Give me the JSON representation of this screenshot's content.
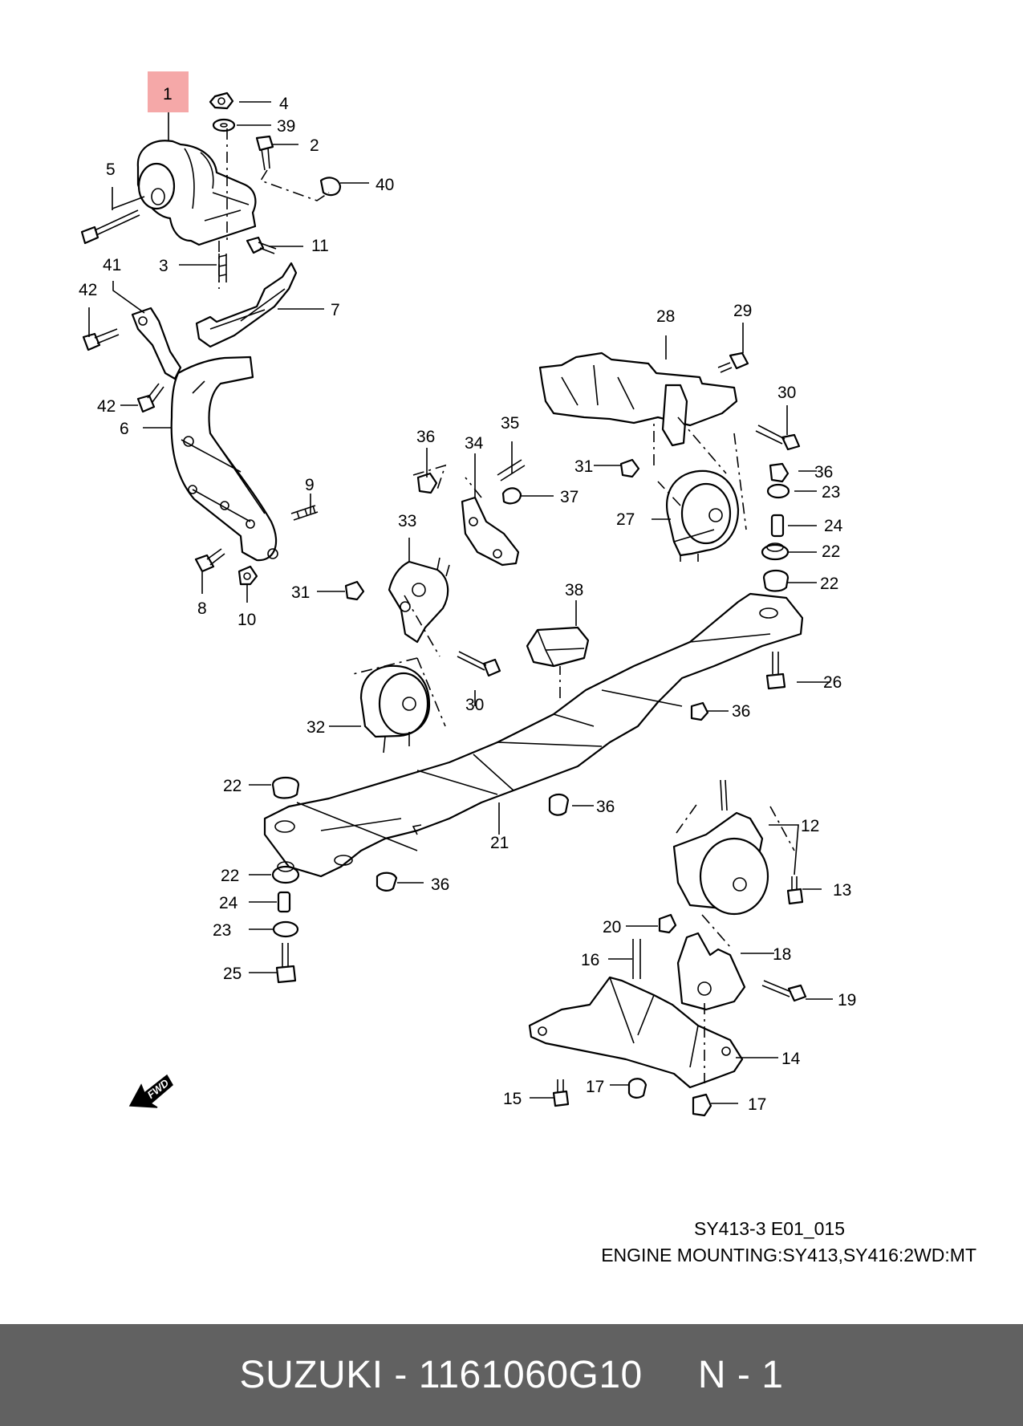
{
  "diagram": {
    "highlight_label": "1",
    "callouts": [
      "1",
      "4",
      "39",
      "2",
      "5",
      "40",
      "11",
      "3",
      "41",
      "7",
      "42",
      "42",
      "6",
      "9",
      "8",
      "10",
      "28",
      "29",
      "30",
      "36",
      "34",
      "35",
      "31",
      "37",
      "27",
      "36",
      "23",
      "24",
      "22",
      "22",
      "33",
      "31",
      "38",
      "30",
      "26",
      "36",
      "32",
      "22",
      "36",
      "21",
      "22",
      "36",
      "24",
      "23",
      "25",
      "12",
      "13",
      "20",
      "16",
      "18",
      "19",
      "14",
      "15",
      "17",
      "17"
    ],
    "fwd_label": "FWD",
    "code": "SY413-3 E01_015",
    "title": "ENGINE MOUNTING:SY413,SY416:2WD:MT"
  },
  "footer": {
    "text": "SUZUKI - 1161060G10     N - 1"
  }
}
